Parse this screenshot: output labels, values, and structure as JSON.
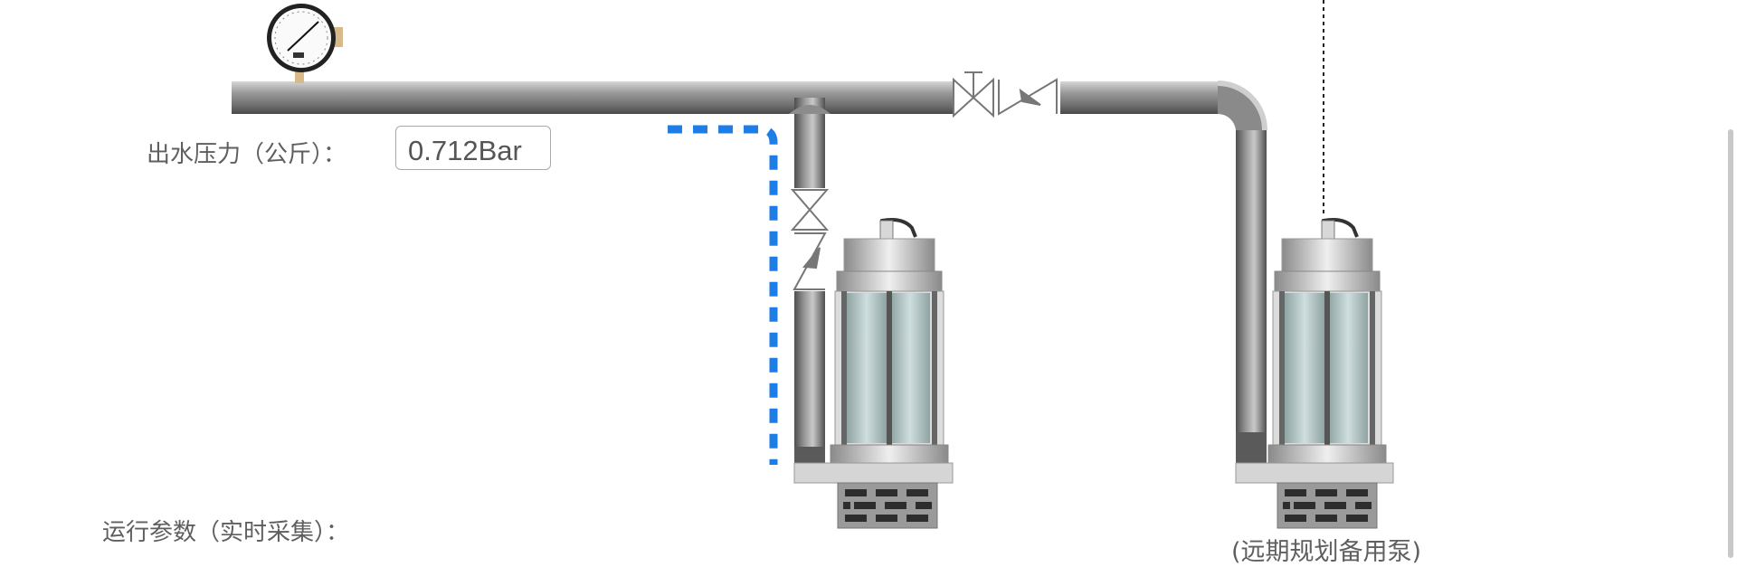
{
  "outlet_pressure": {
    "label": "出水压力（公斤）：",
    "value": "0.712Bar"
  },
  "run_params": {
    "label": "运行参数（实时采集）："
  },
  "standby_pump": {
    "label": "(远期规划备用泵)"
  },
  "icons": {
    "gauge": "pressure-gauge-icon",
    "gate_valve": "gate-valve-icon",
    "check_valve": "check-valve-icon",
    "pump": "submersible-pump-icon"
  },
  "colors": {
    "pipe": "#8c8c8c",
    "flow_line": "#1e7ee8",
    "signal_line": "#222222"
  }
}
